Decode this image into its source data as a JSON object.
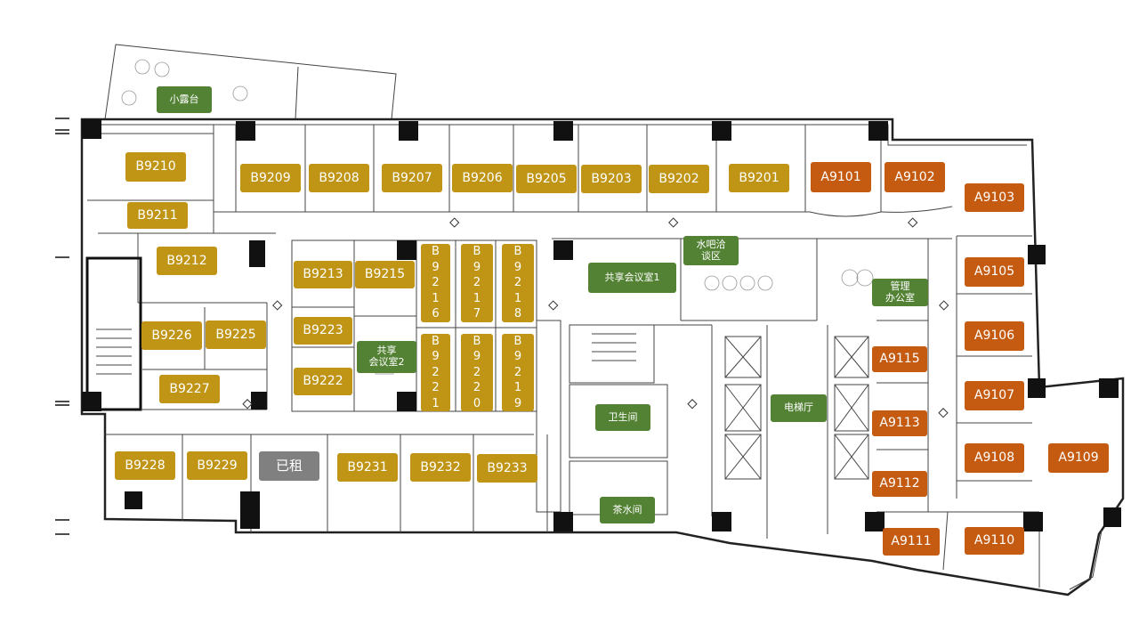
{
  "colors": {
    "b_zone": "#c09516",
    "a_zone": "#c55a11",
    "facility": "#548235",
    "rented": "#808080",
    "wall": "#111111",
    "line": "#555555"
  },
  "rooms_b": [
    {
      "id": "b9210",
      "label": "B9210"
    },
    {
      "id": "b9211",
      "label": "B9211"
    },
    {
      "id": "b9212",
      "label": "B9212"
    },
    {
      "id": "b9209",
      "label": "B9209"
    },
    {
      "id": "b9208",
      "label": "B9208"
    },
    {
      "id": "b9207",
      "label": "B9207"
    },
    {
      "id": "b9206",
      "label": "B9206"
    },
    {
      "id": "b9205",
      "label": "B9205"
    },
    {
      "id": "b9203",
      "label": "B9203"
    },
    {
      "id": "b9202",
      "label": "B9202"
    },
    {
      "id": "b9201",
      "label": "B9201"
    },
    {
      "id": "b9213",
      "label": "B9213"
    },
    {
      "id": "b9215",
      "label": "B9215"
    },
    {
      "id": "b9223",
      "label": "B9223"
    },
    {
      "id": "b9222",
      "label": "B9222"
    },
    {
      "id": "b9226",
      "label": "B9226"
    },
    {
      "id": "b9225",
      "label": "B9225"
    },
    {
      "id": "b9227",
      "label": "B9227"
    },
    {
      "id": "b9228",
      "label": "B9228"
    },
    {
      "id": "b9229",
      "label": "B9229"
    },
    {
      "id": "b9231",
      "label": "B9231"
    },
    {
      "id": "b9232",
      "label": "B9232"
    },
    {
      "id": "b9233",
      "label": "B9233"
    }
  ],
  "rooms_b_vertical": [
    {
      "id": "b9216",
      "chars": [
        "B",
        "9",
        "2",
        "1",
        "6"
      ]
    },
    {
      "id": "b9217",
      "chars": [
        "B",
        "9",
        "2",
        "1",
        "7"
      ]
    },
    {
      "id": "b9218",
      "chars": [
        "B",
        "9",
        "2",
        "1",
        "8"
      ]
    },
    {
      "id": "b9221",
      "chars": [
        "B",
        "9",
        "2",
        "2",
        "1"
      ]
    },
    {
      "id": "b9220",
      "chars": [
        "B",
        "9",
        "2",
        "2",
        "0"
      ]
    },
    {
      "id": "b9219",
      "chars": [
        "B",
        "9",
        "2",
        "1",
        "9"
      ]
    }
  ],
  "rooms_a": [
    {
      "id": "a9101",
      "label": "A9101"
    },
    {
      "id": "a9102",
      "label": "A9102"
    },
    {
      "id": "a9103",
      "label": "A9103"
    },
    {
      "id": "a9105",
      "label": "A9105"
    },
    {
      "id": "a9106",
      "label": "A9106"
    },
    {
      "id": "a9107",
      "label": "A9107"
    },
    {
      "id": "a9108",
      "label": "A9108"
    },
    {
      "id": "a9109",
      "label": "A9109"
    },
    {
      "id": "a9110",
      "label": "A9110"
    },
    {
      "id": "a9111",
      "label": "A9111"
    },
    {
      "id": "a9112",
      "label": "A9112"
    },
    {
      "id": "a9113",
      "label": "A9113"
    },
    {
      "id": "a9115",
      "label": "A9115"
    }
  ],
  "facilities": {
    "terrace": "小露台",
    "meeting1": "共享会议室1",
    "water_bar": [
      "水吧洽",
      "谈区"
    ],
    "manager_office": [
      "管理",
      "办公室"
    ],
    "meeting2": [
      "共享",
      "会议室2"
    ],
    "restroom": "卫生间",
    "elevator_hall": "电梯厅",
    "pantry": "茶水间"
  },
  "rented": {
    "label": "已租"
  }
}
